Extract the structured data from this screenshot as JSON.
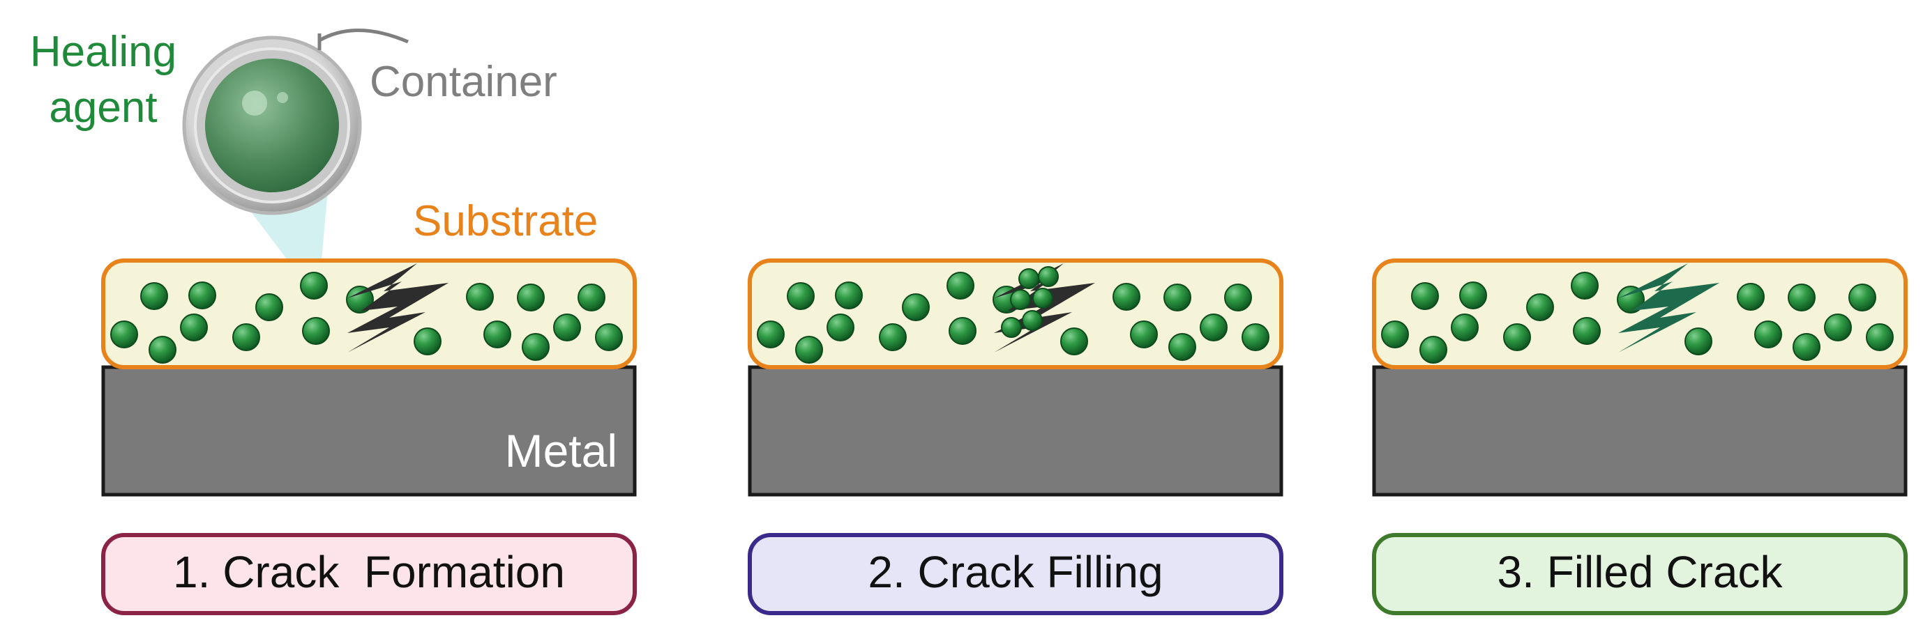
{
  "labels": {
    "healing_line1": "Healing",
    "healing_line2": "agent",
    "container": "Container",
    "substrate": "Substrate",
    "metal": "Metal"
  },
  "steps": [
    {
      "label": "1. Crack  Formation",
      "fill": "#fce4ea",
      "border": "#8b2346"
    },
    {
      "label": "2. Crack Filling",
      "fill": "#e6e4f7",
      "border": "#3b2a8a"
    },
    {
      "label": "3. Filled Crack",
      "fill": "#e3f4de",
      "border": "#3d7a2c"
    }
  ],
  "colors": {
    "healing_agent": "#1f8a3a",
    "container": "#7f7f7f",
    "substrate_label": "#e8821a",
    "substrate_border": "#e8821a",
    "substrate_fill": "#f6f4d8",
    "metal_fill": "#7a7a7a",
    "crack_empty": "#2d2d2d",
    "crack_filled": "#1d6b4c"
  }
}
